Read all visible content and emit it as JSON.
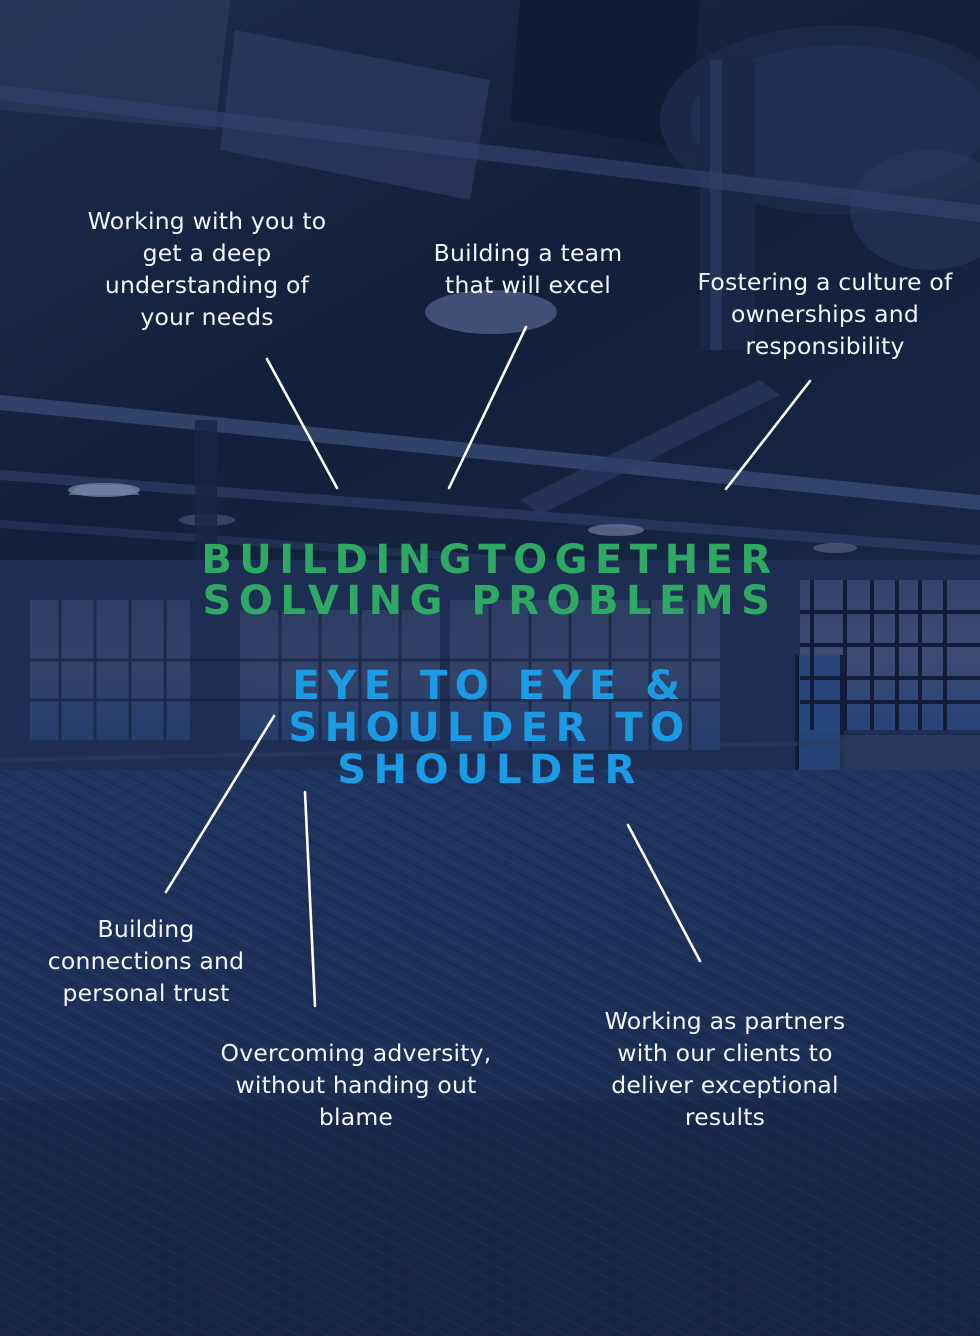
{
  "headline": {
    "primary": "BUILDINGTOGETHER\nSOLVING PROBLEMS",
    "secondary": "EYE TO EYE &\nSHOULDER TO\nSHOULDER"
  },
  "captions": [
    {
      "id": "deep-understanding",
      "text": "Working with you to\nget a deep\nunderstanding of\nyour needs"
    },
    {
      "id": "team-excel",
      "text": "Building a team\nthat will excel"
    },
    {
      "id": "culture-ownership",
      "text": "Fostering a culture of\nownerships and\nresponsibility"
    },
    {
      "id": "connections-trust",
      "text": "Building\nconnections and\npersonal trust"
    },
    {
      "id": "overcoming-adversity",
      "text": "Overcoming adversity,\nwithout handing out\nblame"
    },
    {
      "id": "partners-results",
      "text": "Working as partners\nwith our clients to\ndeliver exceptional\nresults"
    }
  ],
  "colors": {
    "overlay": "#16274a",
    "primary_headline": "#2fa864",
    "secondary_headline": "#1b9be3",
    "caption_text": "#f2f5fa",
    "connector_lines": "#ffffff"
  }
}
